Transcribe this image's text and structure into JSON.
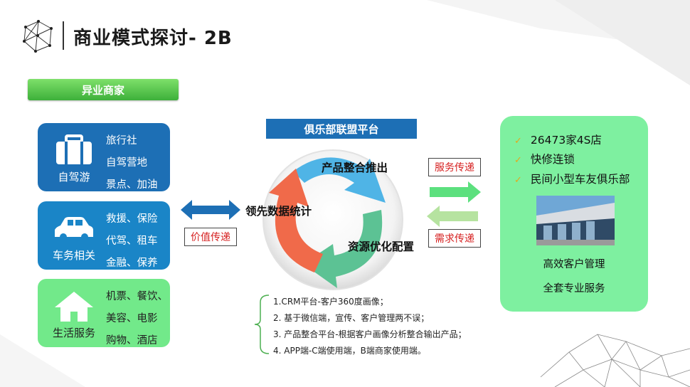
{
  "header": {
    "title": "商业模式探讨- 2B"
  },
  "cross_business": {
    "label": "异业商家"
  },
  "categories": [
    {
      "label": "自驾游",
      "icon": "luggage-icon",
      "items": [
        "旅行社",
        "自驾营地",
        "景点、加油"
      ]
    },
    {
      "label": "车务相关",
      "icon": "car-icon",
      "items": [
        "救援、保险",
        "代驾、租车",
        "金融、保养"
      ]
    },
    {
      "label": "生活服务",
      "icon": "house-icon",
      "items": [
        "机票、餐饮、",
        "美容、电影",
        "购物、酒店"
      ]
    }
  ],
  "platform": {
    "label": "俱乐部联盟平台",
    "cycle": {
      "top": "产品整合推出",
      "left": "领先数据统计",
      "right": "资源优化配置"
    }
  },
  "value_tag": "价值传递",
  "service_tag": "服务传递",
  "demand_tag": "需求传递",
  "right_panel": {
    "items": [
      "26473家4S店",
      "快修连锁",
      "民间小型车友俱乐部"
    ],
    "footer": [
      "高效客户管理",
      "全套专业服务"
    ]
  },
  "notes": [
    "1.CRM平台-客户360度画像；",
    "2. 基于微信端，宣传、客户管理两不误；",
    "3. 产品整合平台-根据客户画像分析整合输出产品；",
    "4. APP端-C端使用端，B端商家使用端。"
  ],
  "colors": {
    "blue": "#1d6fb5",
    "green_box": "#72e98a",
    "mint_panel": "#7ef0a0",
    "arrow_blue": "#4fb4e6",
    "arrow_green": "#5cc294",
    "arrow_red": "#f06a4a"
  }
}
